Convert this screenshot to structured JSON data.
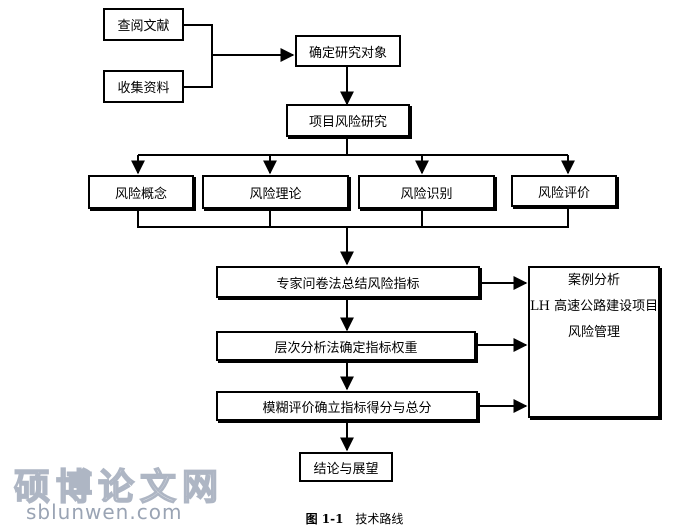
{
  "diagram": {
    "inputs": [
      "查阅文献",
      "收集资料"
    ],
    "object": "确定研究对象",
    "project": "项目风险研究",
    "risk_topics": [
      "风险概念",
      "风险理论",
      "风险识别",
      "风险评价"
    ],
    "methods": [
      "专家问卷法总结风险指标",
      "层次分析法确定指标权重",
      "模糊评价确立指标得分与总分"
    ],
    "case_analysis": [
      "案例分析",
      "LH 高速公路建设项目",
      "风险管理"
    ],
    "conclusion": "结论与展望"
  },
  "caption": {
    "label": "图 1-1",
    "title": "技术路线"
  },
  "watermark": {
    "main": "硕博论文网",
    "sub": "sblunwen.com"
  }
}
